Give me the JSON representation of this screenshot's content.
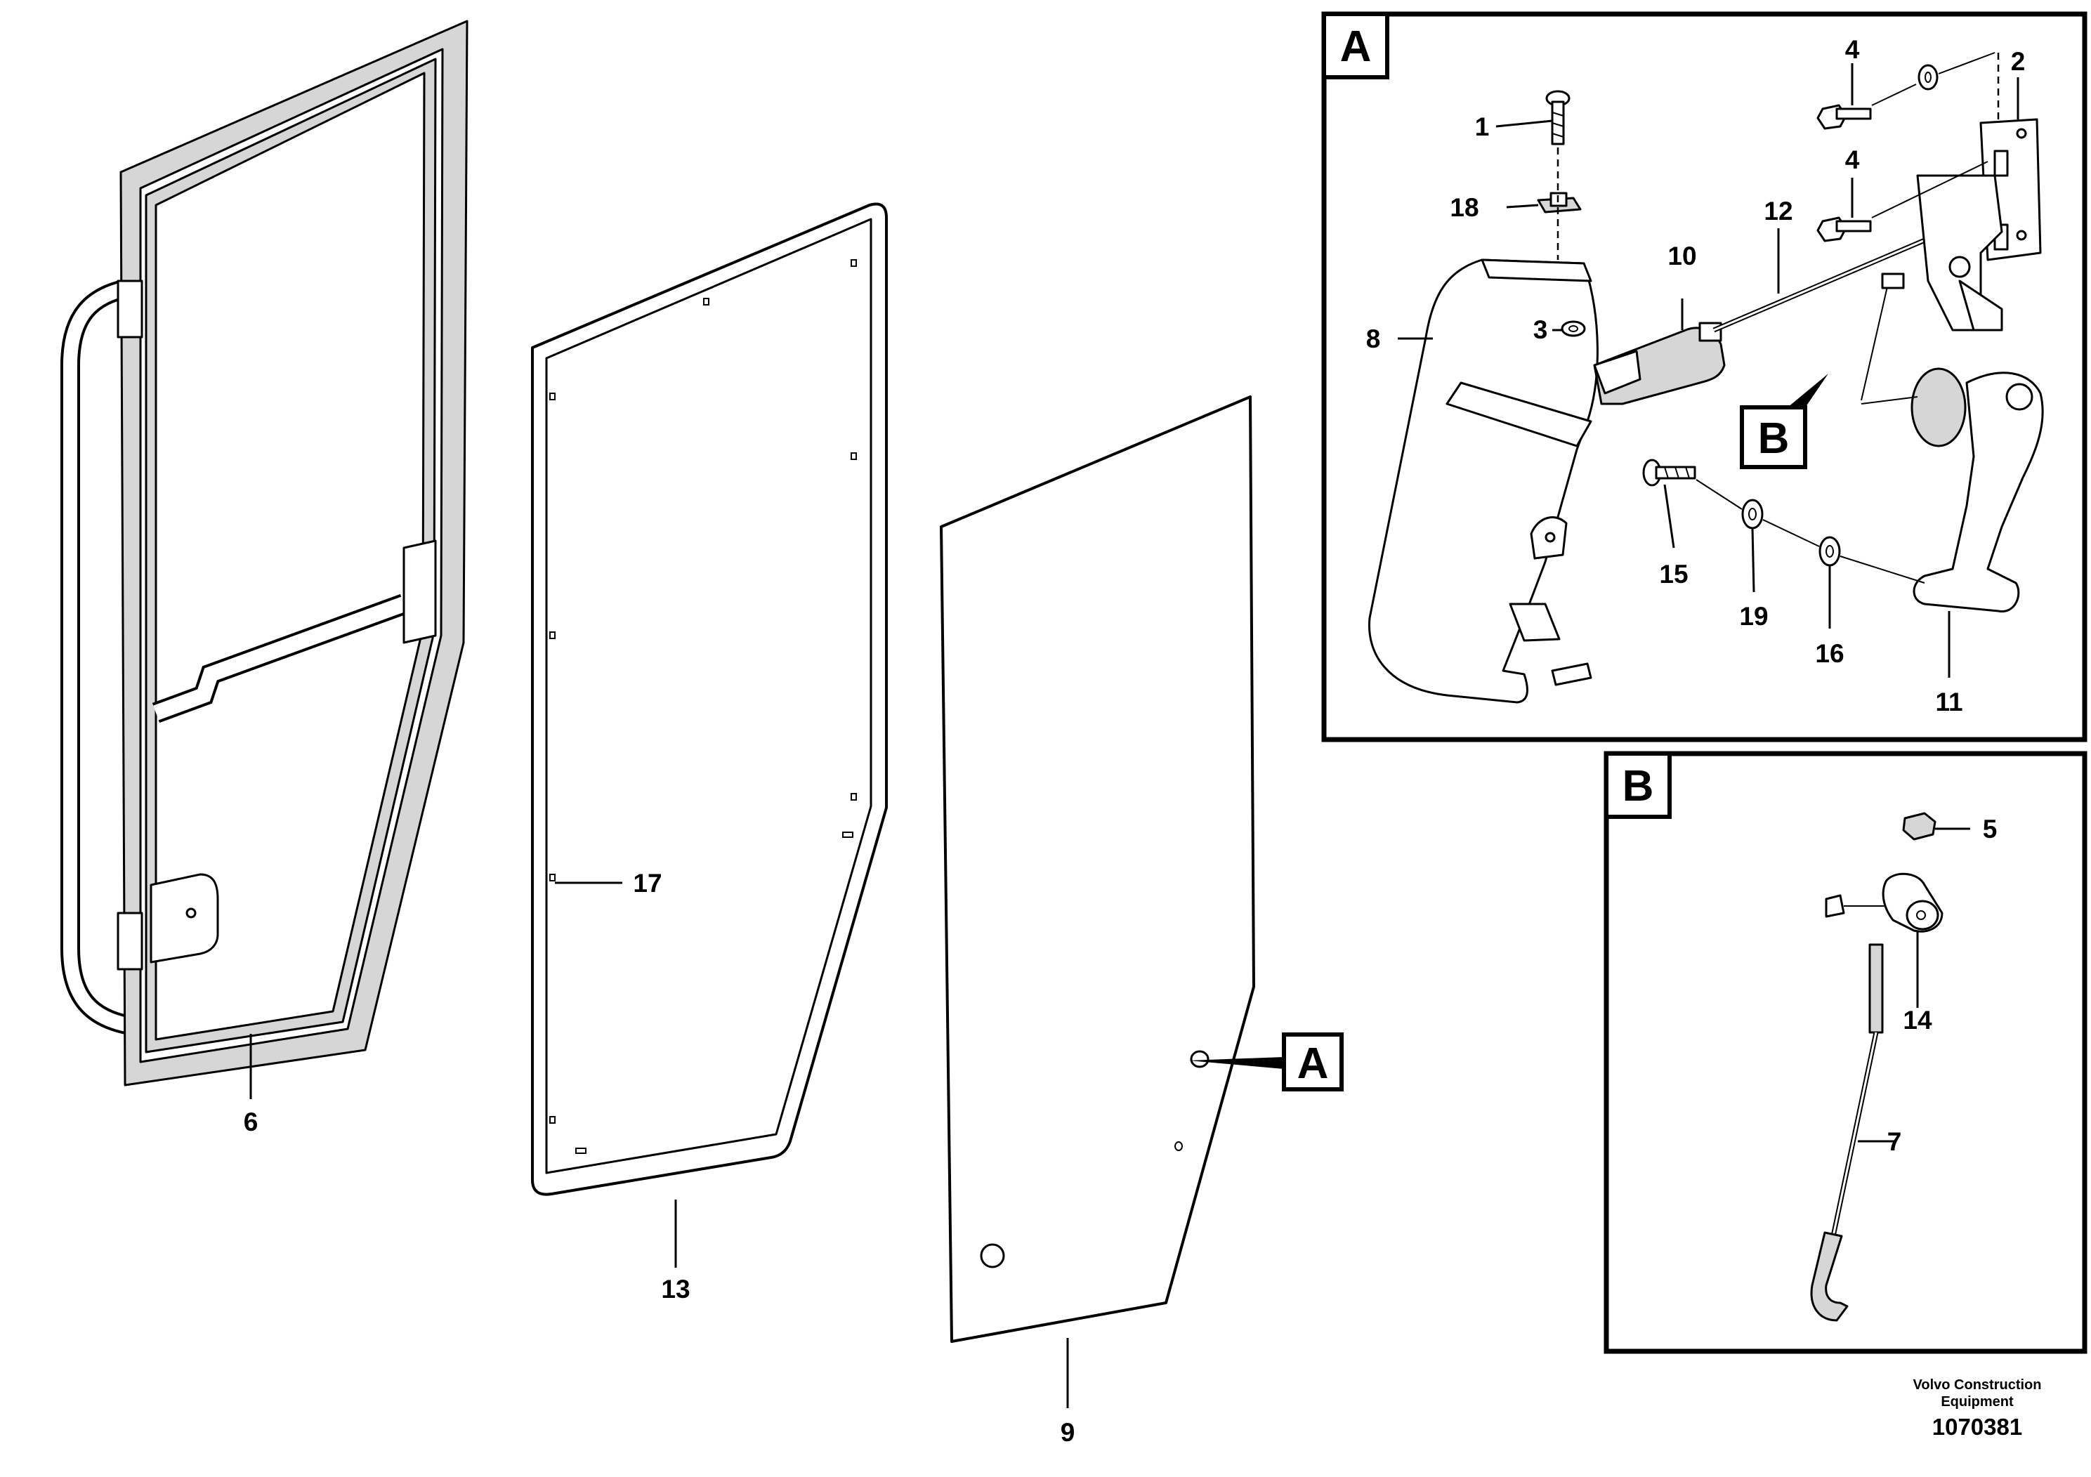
{
  "callouts": {
    "p1": "1",
    "p2": "2",
    "p3": "3",
    "p4a": "4",
    "p4b": "4",
    "p5": "5",
    "p6": "6",
    "p7": "7",
    "p8": "8",
    "p9": "9",
    "p10": "10",
    "p11": "11",
    "p12": "12",
    "p13": "13",
    "p14": "14",
    "p15": "15",
    "p16": "16",
    "p17": "17",
    "p18": "18",
    "p19": "19"
  },
  "detail_tags": {
    "a_title": "A",
    "b_title": "B",
    "a_ref": "A",
    "b_ref": "B"
  },
  "footer": {
    "brand_line1": "Volvo Construction",
    "brand_line2": "Equipment",
    "doc_number": "1070381"
  }
}
